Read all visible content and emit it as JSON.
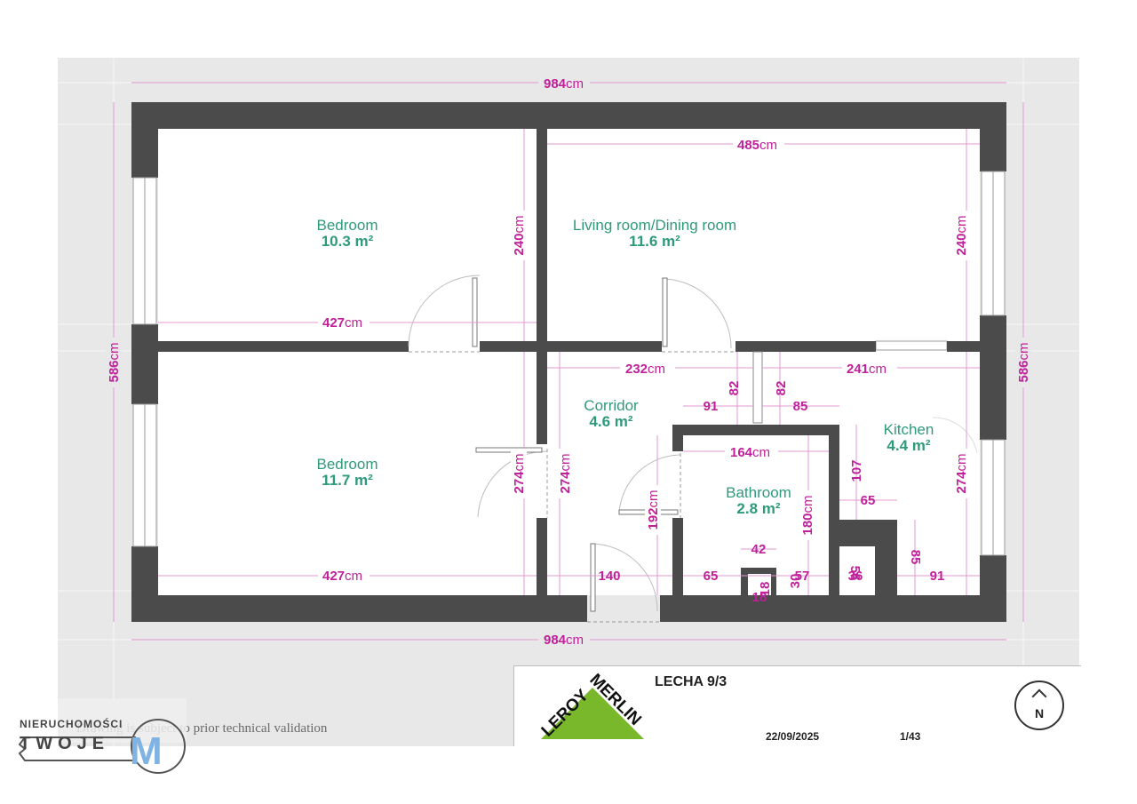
{
  "rooms": [
    {
      "name": "Bedroom",
      "area": "10.3 m²"
    },
    {
      "name": "Living room/Dining room",
      "area": "11.6 m²"
    },
    {
      "name": "Bedroom",
      "area": "11.7 m²"
    },
    {
      "name": "Corridor",
      "area": "4.6 m²"
    },
    {
      "name": "Bathroom",
      "area": "2.8 m²"
    },
    {
      "name": "Kitchen",
      "area": "4.4 m²"
    }
  ],
  "dimensions": {
    "overall_top": {
      "value": "984",
      "unit": "cm"
    },
    "overall_bottom": {
      "value": "984",
      "unit": "cm"
    },
    "overall_left": {
      "value": "586",
      "unit": "cm"
    },
    "overall_right": {
      "value": "586",
      "unit": "cm"
    },
    "living_width": {
      "value": "485",
      "unit": "cm"
    },
    "bedroom1_width": {
      "value": "427",
      "unit": "cm"
    },
    "bedroom2_width": {
      "value": "427",
      "unit": "cm"
    },
    "bedroom1_height": {
      "value": "240",
      "unit": "cm"
    },
    "living_height": {
      "value": "240",
      "unit": "cm"
    },
    "bedroom2_height": {
      "value": "274",
      "unit": "cm"
    },
    "corridor_height": {
      "value": "274",
      "unit": "cm"
    },
    "kitchen_height": {
      "value": "274",
      "unit": "cm"
    },
    "corridor_width": {
      "value": "232",
      "unit": "cm"
    },
    "kitchen_width": {
      "value": "241",
      "unit": "cm"
    },
    "bathroom_width": {
      "value": "164",
      "unit": "cm"
    },
    "bathroom_height": {
      "value": "180",
      "unit": "cm"
    },
    "bath_door_height": {
      "value": "192",
      "unit": "cm"
    },
    "small": [
      "91",
      "82",
      "82",
      "85",
      "107",
      "65",
      "85",
      "42",
      "140",
      "65",
      "57",
      "30",
      "18",
      "18",
      "56",
      "36",
      "91"
    ]
  },
  "title_block": {
    "title": "LECHA 9/3",
    "date": "22/09/2025",
    "page": "1/43",
    "compass": "N",
    "logo_text_1": "LEROY",
    "logo_text_2": "MERLIN"
  },
  "disclaimer": "Drawing is subject to prior technical validation",
  "watermark": {
    "top": "NIERUCHOMOŚCI",
    "key": "TWOJE",
    "letter": "M"
  },
  "colors": {
    "wall": "#4b4b4b",
    "room_label": "#2e9a7c",
    "dimension": "#c0209a",
    "logo_green": "#78b82a"
  }
}
